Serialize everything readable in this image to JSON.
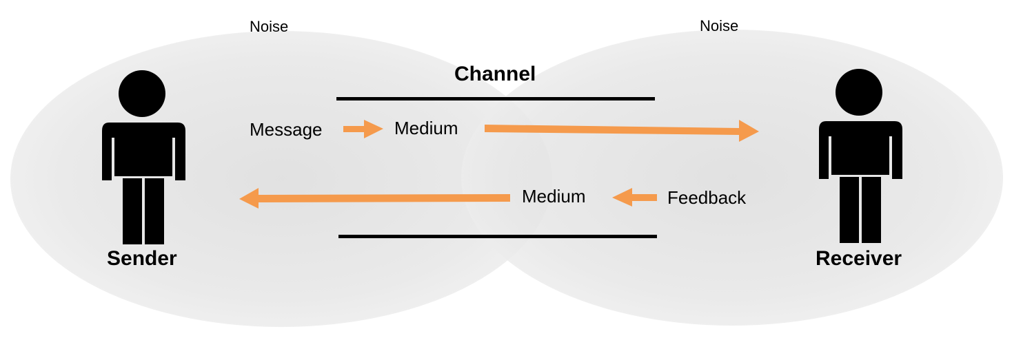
{
  "diagram": {
    "noise_left": "Noise",
    "noise_right": "Noise",
    "channel_label": "Channel",
    "message_label": "Message",
    "medium_forward_label": "Medium",
    "medium_return_label": "Medium",
    "feedback_label": "Feedback",
    "sender_label": "Sender",
    "receiver_label": "Receiver",
    "icons": [
      "person-icon",
      "arrow-icon"
    ]
  },
  "colors": {
    "arrow": "#F59A4C",
    "noise_fill": "#E6E6E6",
    "channel_line": "#000000",
    "person": "#000000"
  }
}
